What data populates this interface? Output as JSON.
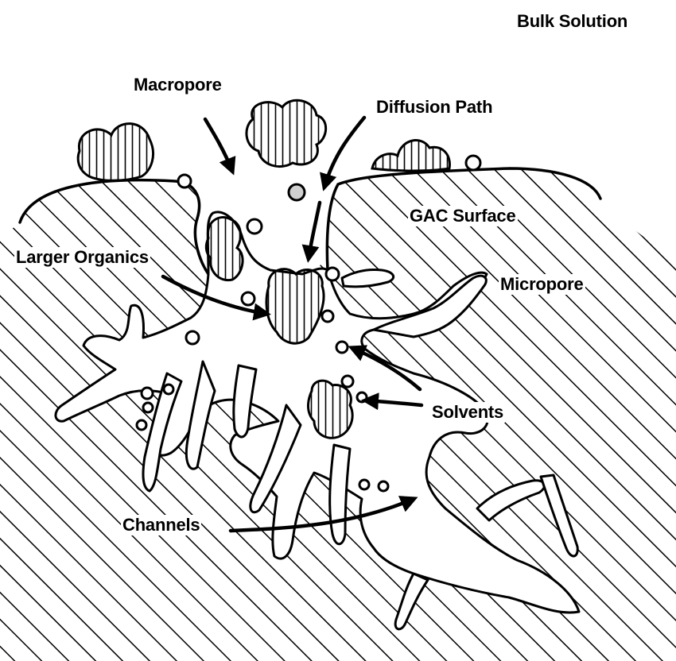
{
  "labels": {
    "bulk_solution": "Bulk Solution",
    "macropore": "Macropore",
    "diffusion_path": "Diffusion Path",
    "gac_surface": "GAC Surface",
    "larger_organics": "Larger Organics",
    "micropore": "Micropore",
    "solvents": "Solvents",
    "channels": "Channels"
  },
  "colors": {
    "ink": "#000000",
    "paper": "#ffffff"
  }
}
